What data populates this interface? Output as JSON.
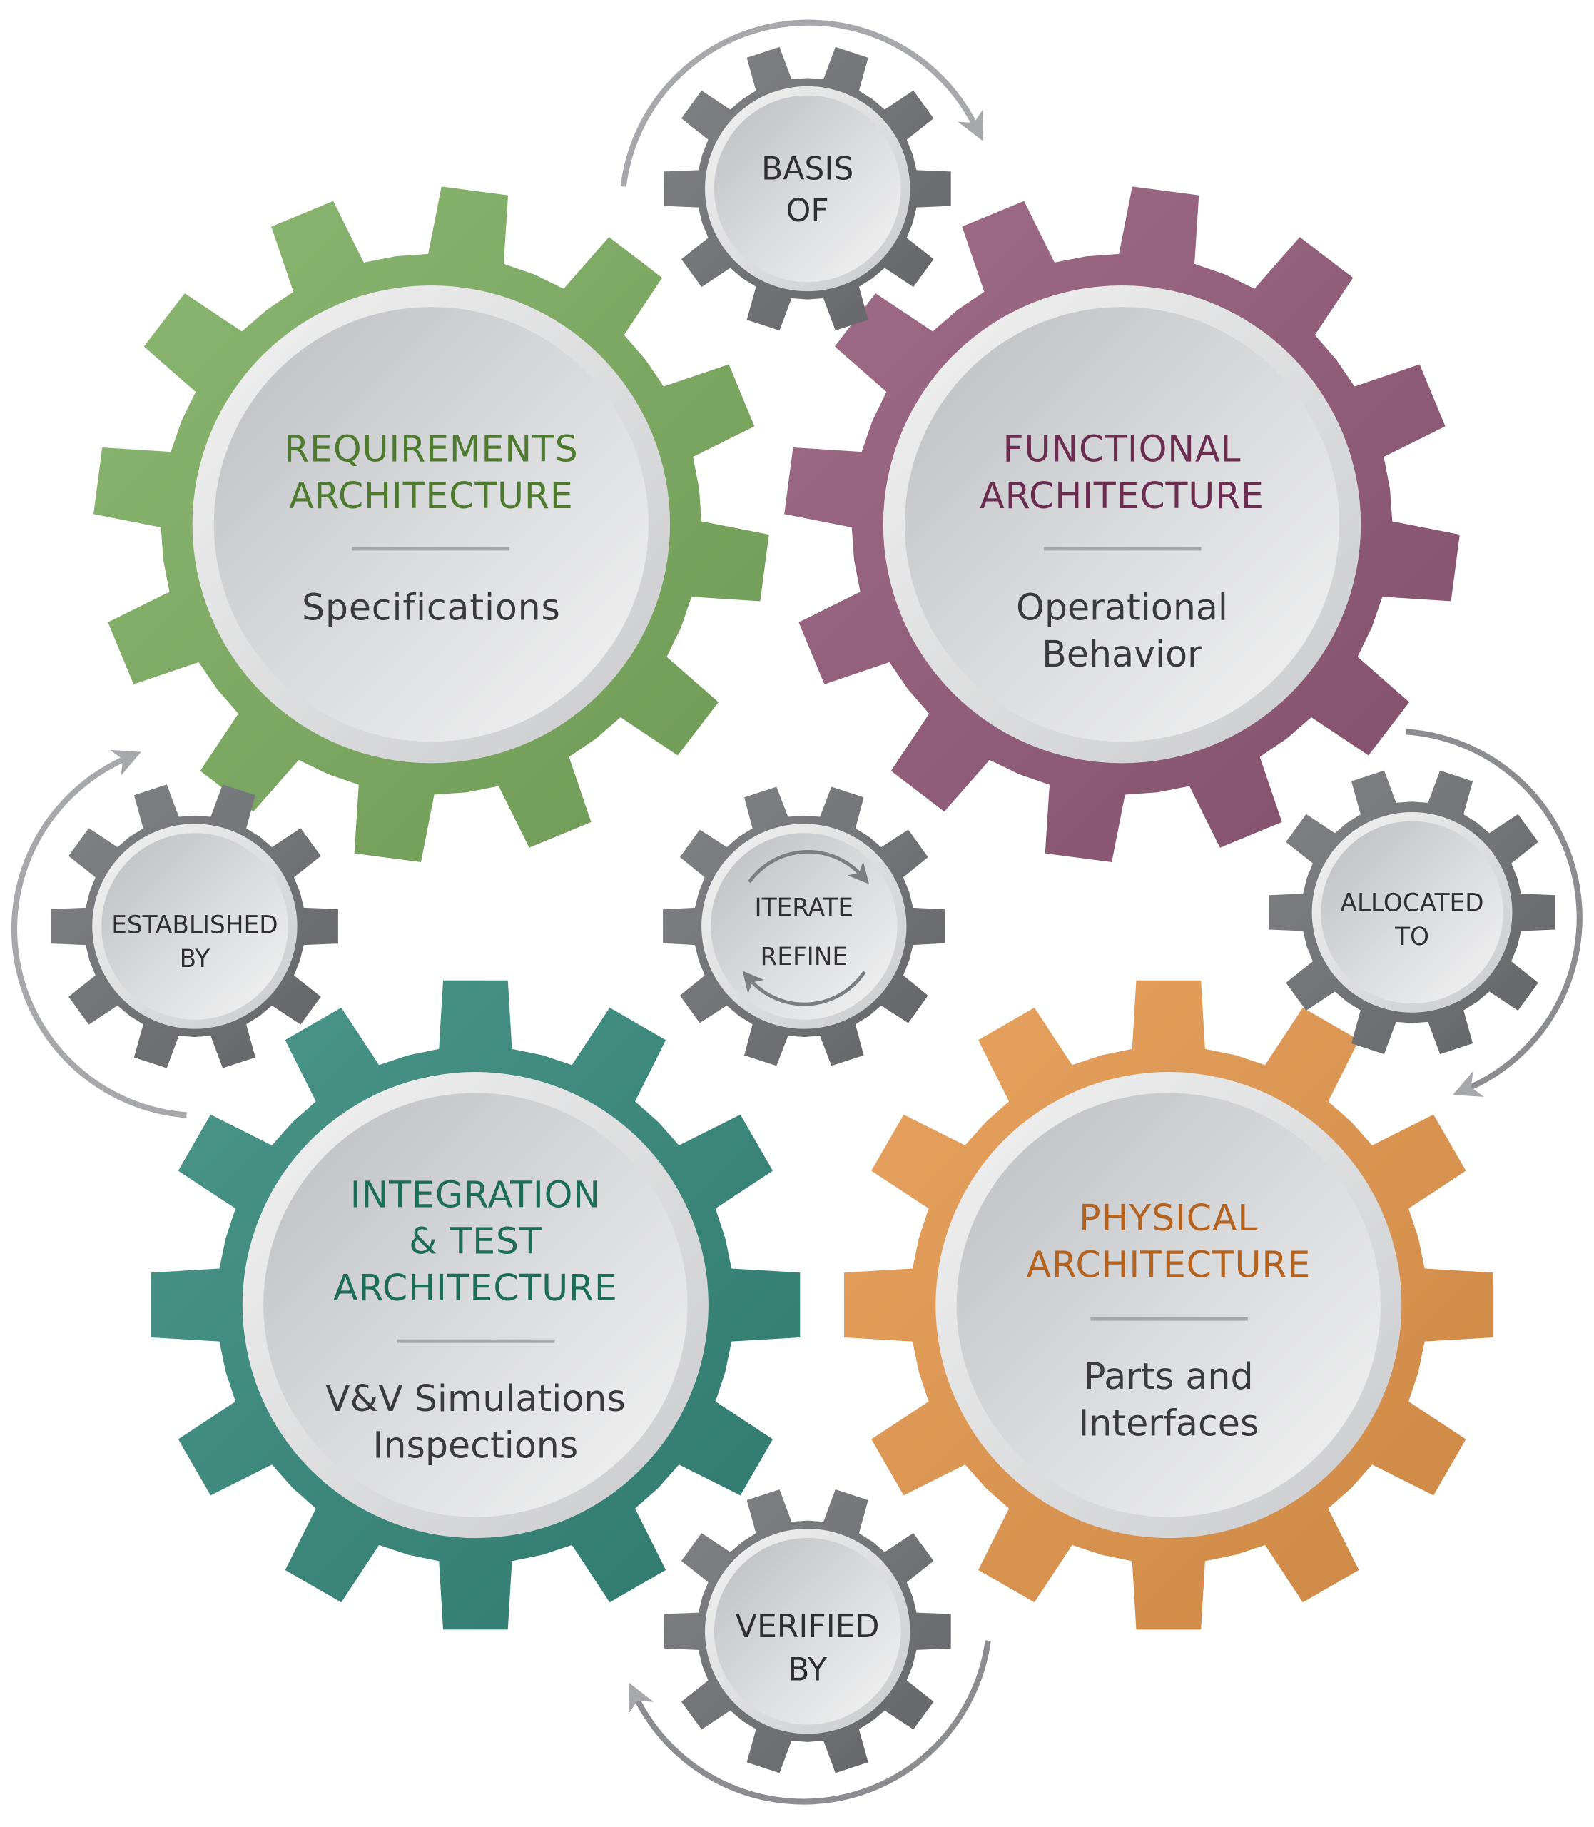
{
  "colors": {
    "requirements": "#7dae60",
    "functional": "#935a78",
    "integration": "#34897a",
    "physical": "#e7984c",
    "connector": "#717275",
    "arrow": "#a7a8ab"
  },
  "gears": {
    "requirements": {
      "title": [
        "REQUIREMENTS",
        "ARCHITECTURE"
      ],
      "subtitle": [
        "Specifications"
      ],
      "title_color": "#4d7a2e"
    },
    "functional": {
      "title": [
        "FUNCTIONAL",
        "ARCHITECTURE"
      ],
      "subtitle": [
        "Operational",
        "Behavior"
      ],
      "title_color": "#6a2c4f"
    },
    "integration": {
      "title": [
        "INTEGRATION",
        "& TEST",
        "ARCHITECTURE"
      ],
      "subtitle": [
        "V&V Simulations",
        "Inspections"
      ],
      "title_color": "#1d6c58"
    },
    "physical": {
      "title": [
        "PHYSICAL",
        "ARCHITECTURE"
      ],
      "subtitle": [
        "Parts and",
        "Interfaces"
      ],
      "title_color": "#b4621f"
    }
  },
  "connectors": {
    "basis_of": [
      "BASIS",
      "OF"
    ],
    "established_by": [
      "ESTABLISHED",
      "BY"
    ],
    "iterate_refine": [
      "ITERATE",
      "REFINE"
    ],
    "allocated_to": [
      "ALLOCATED",
      "TO"
    ],
    "verified_by": [
      "VERIFIED",
      "BY"
    ]
  }
}
